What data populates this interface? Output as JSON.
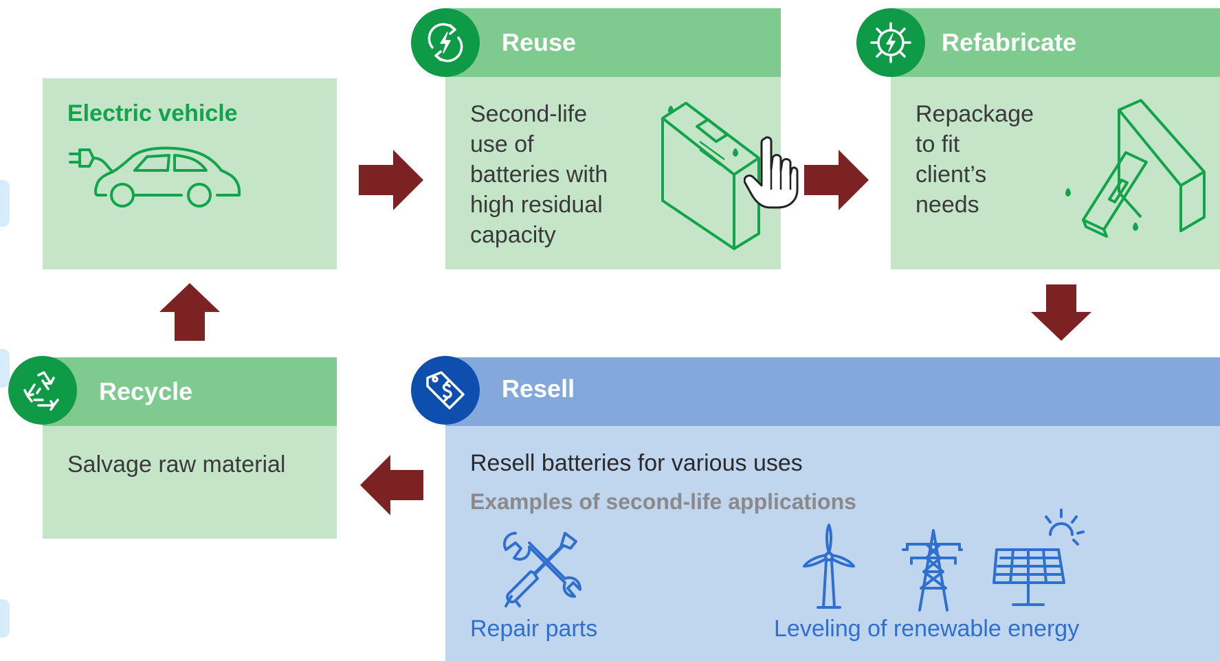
{
  "ev": {
    "title": "Electric vehicle"
  },
  "reuse": {
    "title": "Reuse",
    "lines": [
      "Second-life",
      "use of",
      "batteries with",
      "high residual",
      "capacity"
    ]
  },
  "refabricate": {
    "title": "Refabricate",
    "lines": [
      "Repackage",
      "to fit",
      "client’s",
      "needs"
    ]
  },
  "recycle": {
    "title": "Recycle",
    "desc": "Salvage raw material"
  },
  "resell": {
    "title": "Resell",
    "desc": "Resell batteries for various uses",
    "examples_heading": "Examples of second-life applications",
    "repair_label": "Repair parts",
    "renewable_label": "Leveling of renewable energy"
  },
  "colors": {
    "green_box": "#c4e5c8",
    "green_bar": "#7fcb8f",
    "green_icon": "#0e9a47",
    "green_title_text": "#13a34c",
    "blue_box": "#c0d5ee",
    "blue_bar": "#82a8dc",
    "blue_icon": "#0e4fae",
    "blue_line": "#2f6fd0",
    "arrow": "#7d2222"
  },
  "icons": {
    "ev": "car-plug-icon",
    "reuse": "recycle-battery-icon",
    "refabricate": "gear-bolt-icon",
    "recycle": "recycle-icon",
    "resell": "price-tag-icon",
    "repair": "wrench-screwdriver-icon",
    "wind": "wind-turbine-icon",
    "pylon": "power-pylon-icon",
    "solar": "solar-panel-icon"
  }
}
